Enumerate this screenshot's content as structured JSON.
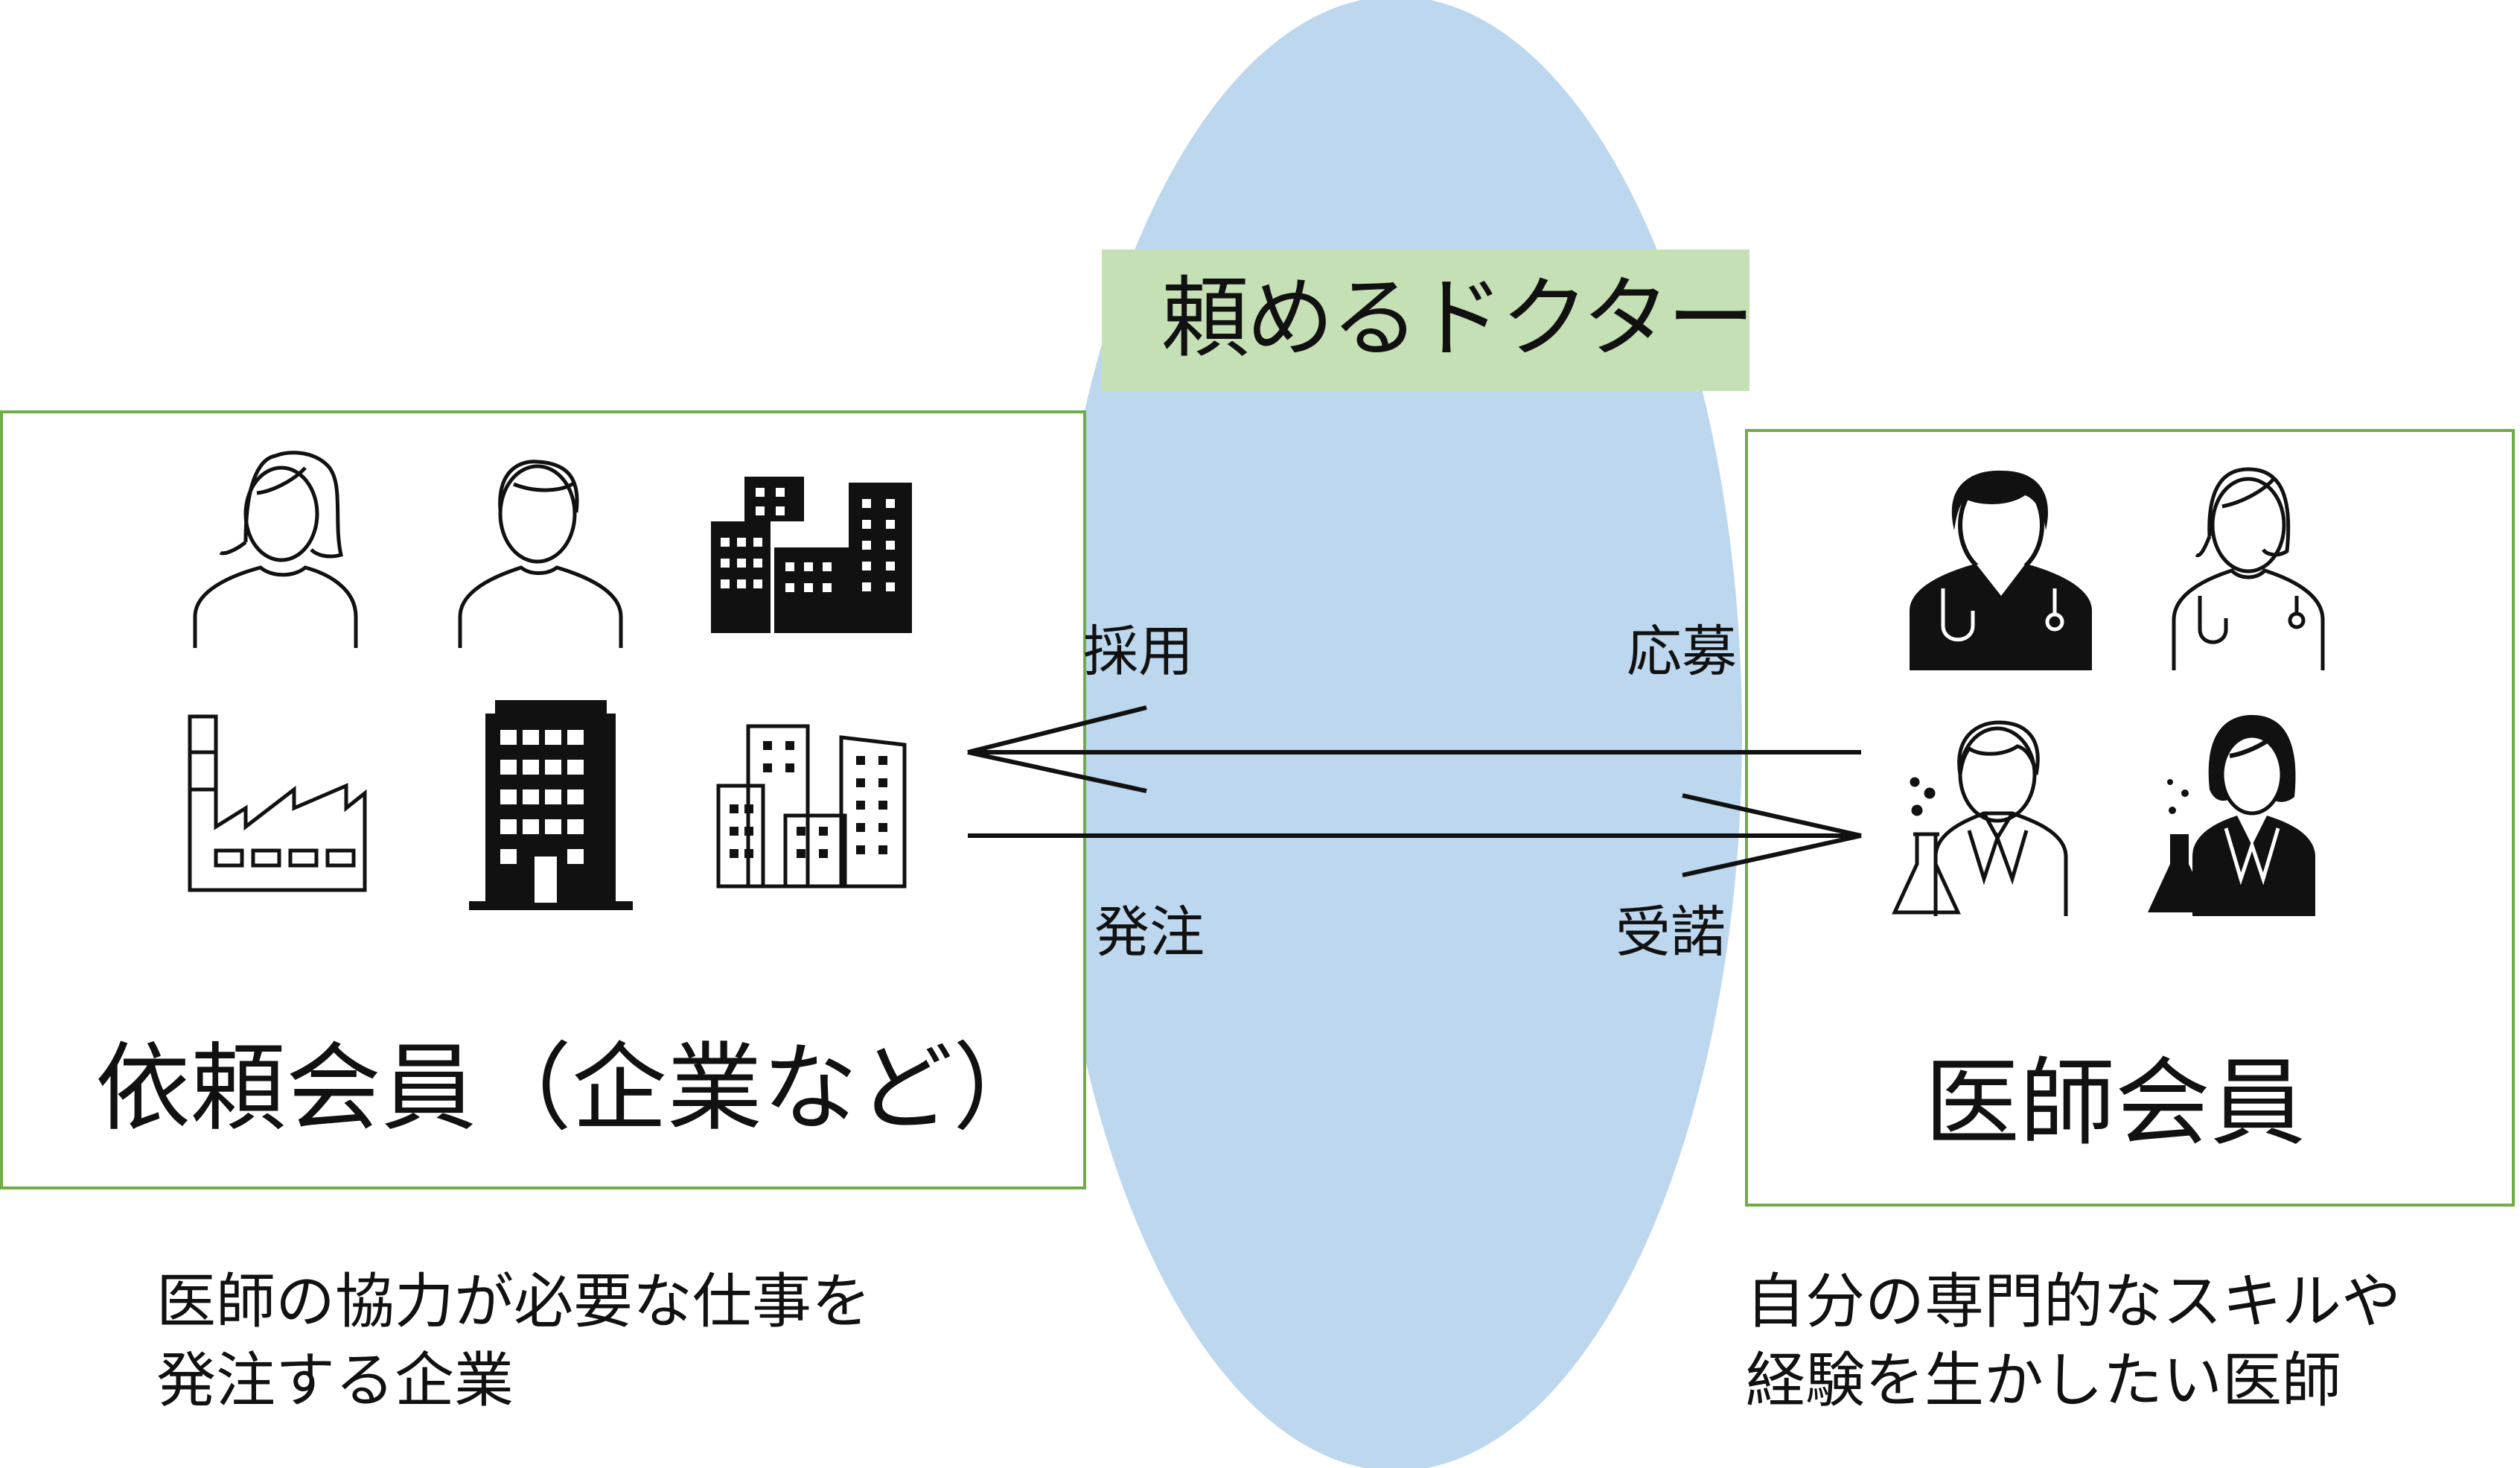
{
  "platform": {
    "title": "頼めるドクター"
  },
  "colors": {
    "ellipse_fill": "#bdd7ee",
    "title_fill": "#c5e0b4",
    "box_border": "#70ad47",
    "arrow": "#111111"
  },
  "clients": {
    "label": "依頼会員（企業など）",
    "description": "医師の協力が必要な仕事を\n発注する企業",
    "icons": [
      "woman-icon",
      "man-icon",
      "city-buildings-icon",
      "factory-icon",
      "office-building-icon",
      "apartment-buildings-icon"
    ]
  },
  "doctors": {
    "label": "医師会員",
    "description": "自分の専門的なスキルや\n経験を生かしたい医師",
    "icons": [
      "male-doctor-icon",
      "female-doctor-icon",
      "male-scientist-icon",
      "female-scientist-icon"
    ]
  },
  "flows": {
    "saiyo": "採用",
    "oubo": "応募",
    "hacchu": "発注",
    "judaku": "受諾"
  }
}
